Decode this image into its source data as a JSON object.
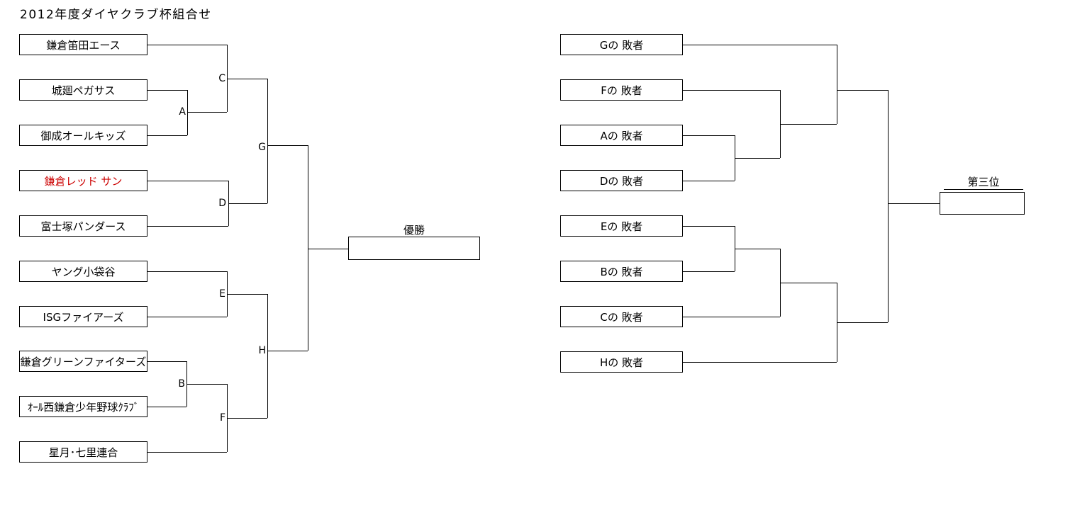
{
  "title": "2012年度ダイヤクラブ杯組合せ",
  "colors": {
    "line": "#000000",
    "text": "#000000",
    "highlight_team": "#cc0000",
    "background": "#ffffff"
  },
  "main_bracket": {
    "teams": [
      "鎌倉笛田エース",
      "城廻ペガサス",
      "御成オールキッズ",
      "鎌倉レッド サン",
      "富士塚パンダース",
      "ヤング小袋谷",
      "ISGファイアーズ",
      "鎌倉グリーンファイターズ",
      "ｵｰﾙ西鎌倉少年野球ｸﾗﾌﾞ",
      "星月･七里連合"
    ],
    "highlighted_team_index": 3,
    "match_labels": [
      "A",
      "B",
      "C",
      "D",
      "E",
      "F",
      "G",
      "H"
    ],
    "champion_label": "優勝"
  },
  "consolation_bracket": {
    "entries": [
      "Gの 敗者",
      "Fの 敗者",
      "Aの 敗者",
      "Dの 敗者",
      "Eの 敗者",
      "Bの 敗者",
      "Cの 敗者",
      "Hの 敗者"
    ],
    "third_place_label": "第三位"
  }
}
